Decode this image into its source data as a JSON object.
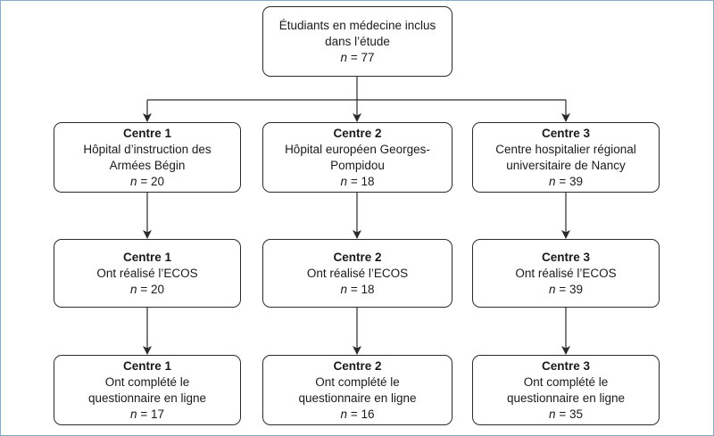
{
  "top": {
    "line1": "Étudiants en médecine inclus",
    "line2": "dans l’étude",
    "n_label": "n",
    "n_value": "= 77"
  },
  "row1": [
    {
      "title": "Centre 1",
      "line1": "Hôpital d’instruction des",
      "line2": "Armées Bégin",
      "n_label": "n",
      "n_value": "= 20"
    },
    {
      "title": "Centre 2",
      "line1": "Hôpital européen Georges-",
      "line2": "Pompidou",
      "n_label": "n",
      "n_value": "= 18"
    },
    {
      "title": "Centre 3",
      "line1": "Centre hospitalier régional",
      "line2": "universitaire de Nancy",
      "n_label": "n",
      "n_value": "= 39"
    }
  ],
  "row2": [
    {
      "title": "Centre 1",
      "line1": "Ont réalisé l’ECOS",
      "n_label": "n",
      "n_value": "= 20"
    },
    {
      "title": "Centre 2",
      "line1": "Ont réalisé l’ECOS",
      "n_label": "n",
      "n_value": "= 18"
    },
    {
      "title": "Centre 3",
      "line1": "Ont réalisé l’ECOS",
      "n_label": "n",
      "n_value": "= 39"
    }
  ],
  "row3": [
    {
      "title": "Centre 1",
      "line1": "Ont complété le",
      "line2": "questionnaire en ligne",
      "n_label": "n",
      "n_value": "= 17"
    },
    {
      "title": "Centre 2",
      "line1": "Ont complété le",
      "line2": "questionnaire en ligne",
      "n_label": "n",
      "n_value": "= 16"
    },
    {
      "title": "Centre 3",
      "line1": "Ont complété le",
      "line2": "questionnaire en ligne",
      "n_label": "n",
      "n_value": "= 35"
    }
  ],
  "colors": {
    "frame_border": "#8aa9c4",
    "box_border": "#2a2a2a",
    "arrow": "#2a2a2a"
  }
}
